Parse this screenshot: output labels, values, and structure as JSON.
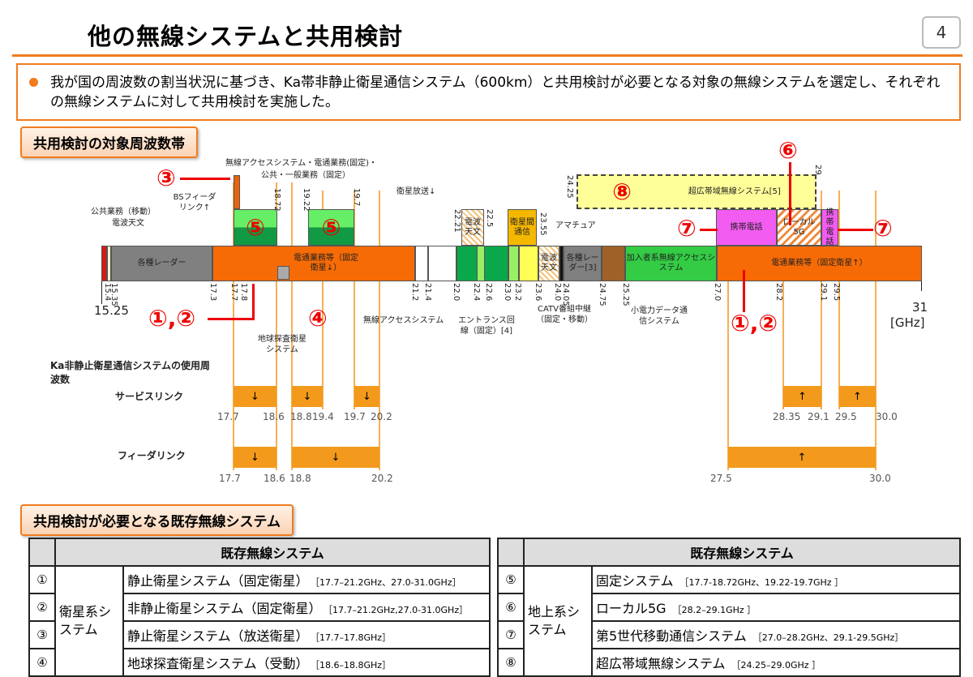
{
  "title": "他の無線システムと共用検討",
  "page_number": "4",
  "bullet": "我が国の周波数の割当状況に基づき、Ka帯非静止衛星通信システム（600km）と共用検討が必要となる対象の無線システムを選定し、それぞれの無線システムに対して共用検討を実施した。",
  "section1": "共用検討の対象周波数帯",
  "section2": "共用検討が必要となる既存無線システム",
  "diagram": {
    "bands": {
      "radar1": "各種レーダー",
      "fixed_sat_down": "電通業務等（固定衛星↓）",
      "radio_astro": "電波天文",
      "inter_sat": "衛星間通信",
      "radio_astro2": "電波天文",
      "radar3": "各種レーダー[3]",
      "subscriber": "加入者系無線アクセスシステム",
      "fixed_sat_up": "電通業務等（固定衛星↑）",
      "mobile1": "携帯電話",
      "local5g": "ローカル5G",
      "mobile2": "携帯電話",
      "uwb": "超広帯域無線システム[5]"
    },
    "labels": {
      "public_mobile": "公共業務（移動）",
      "radio_astronomy": "電波天文",
      "bs_feeder": "BSフィーダリンク↑",
      "fwa": "無線アクセスシステム・電通業務(固定)・",
      "public_general": "公共・一般業務（固定）",
      "sat_broadcast": "衛星放送↓",
      "eess": "地球探査衛星システム",
      "amateur": "アマチュア",
      "wireless_access": "無線アクセスシステム",
      "entrance": "エントランス回線（固定）[4]",
      "catv": "CATV番組中継（固定・移動）",
      "low_power": "小電力データ通信システム",
      "start": "15.25",
      "end": "31",
      "unit": "[GHz]"
    },
    "ticks": [
      "15.4",
      "15.35",
      "17.3",
      "17.7",
      "17.8",
      "18.72",
      "19.22",
      "19.7",
      "21.2",
      "21.4",
      "22.0",
      "22.21",
      "22.4",
      "22.5",
      "22.6",
      "23.0",
      "23.2",
      "23.55",
      "23.6",
      "24.0",
      "24.05",
      "24.25",
      "24.75",
      "25.25",
      "27.0",
      "28.2",
      "29",
      "29.1",
      "29.5"
    ],
    "markers": [
      "①,②",
      "③",
      "④",
      "⑤",
      "⑤",
      "⑥",
      "⑦",
      "⑦",
      "⑧",
      "①,②"
    ],
    "ka_title": "Ka非静止衛星通信システムの使用周波数",
    "service_link": "サービスリンク",
    "feeder_link": "フィーダリンク",
    "down_arrow": "↓",
    "up_arrow": "↑",
    "service_freqs": [
      "17.7",
      "18.6",
      "18.8",
      "19.4",
      "19.7",
      "20.2",
      "28.35",
      "29.1",
      "29.5",
      "30.0"
    ],
    "feeder_freqs": [
      "17.7",
      "18.6",
      "18.8",
      "20.2",
      "27.5",
      "30.0"
    ]
  },
  "tables": [
    {
      "header": "既存無線システム",
      "group": "衛星系システム",
      "rows": [
        {
          "no": "①",
          "name": "静止衛星システム（固定衛星）",
          "range": "［17.7–21.2GHz、27.0-31.0GHz］"
        },
        {
          "no": "②",
          "name": "非静止衛星システム（固定衛星）",
          "range": "［17.7–21.2GHz,27.0-31.0GHz］"
        },
        {
          "no": "③",
          "name": "静止衛星システム（放送衛星）",
          "range": "［17.7–17.8GHz］"
        },
        {
          "no": "④",
          "name": "地球探査衛星システム（受動）",
          "range": "［18.6–18.8GHz］"
        }
      ]
    },
    {
      "header": "既存無線システム",
      "group": "地上系システム",
      "rows": [
        {
          "no": "⑤",
          "name": "固定システム",
          "range": "［17.7-18.72GHz、19.22-19.7GHz ］"
        },
        {
          "no": "⑥",
          "name": "ローカル5G",
          "range": "［28.2–29.1GHz ］"
        },
        {
          "no": "⑦",
          "name": "第5世代移動通信システム",
          "range": "［27.0–28.2GHz、29.1-29.5GHz］"
        },
        {
          "no": "⑧",
          "name": "超広帯域無線システム",
          "range": "［24.25–29.0GHz ］"
        }
      ]
    }
  ]
}
